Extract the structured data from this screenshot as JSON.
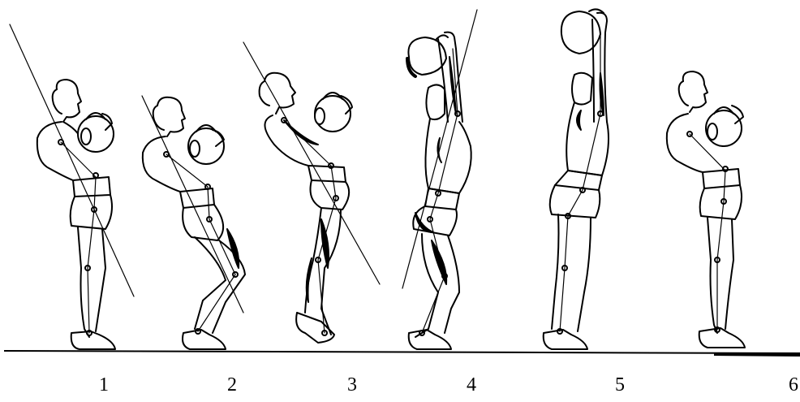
{
  "colors": {
    "ink": "#000000",
    "paper": "#ffffff"
  },
  "phases": [
    {
      "label": "1"
    },
    {
      "label": "2"
    },
    {
      "label": "3"
    },
    {
      "label": "4"
    },
    {
      "label": "5"
    },
    {
      "label": "6"
    }
  ]
}
